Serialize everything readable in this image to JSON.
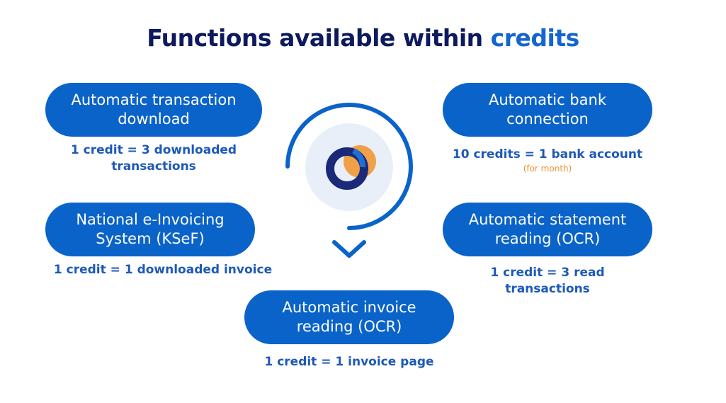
{
  "title": {
    "main": "Functions available within ",
    "accent": "credits"
  },
  "colors": {
    "title": "#0d1a5e",
    "accent": "#1565cf",
    "pill": "#0a63c9",
    "note": "#1d59b8",
    "orange": "#f0923a"
  },
  "items": {
    "transaction_download": {
      "label": "Automatic transaction download",
      "note": "1 credit = 3 downloaded transactions"
    },
    "bank_connection": {
      "label": "Automatic bank connection",
      "note": "10 credits = 1 bank account",
      "sub": "(for month)"
    },
    "ksef": {
      "label": "National e-Invoicing System (KSeF)",
      "note": "1 credit = 1 downloaded invoice"
    },
    "statement_reading": {
      "label": "Automatic statement reading (OCR)",
      "note": "1 credit = 3 read transactions"
    },
    "invoice_reading": {
      "label": "Automatic invoice reading (OCR)",
      "note": "1 credit = 1 invoice page"
    }
  }
}
